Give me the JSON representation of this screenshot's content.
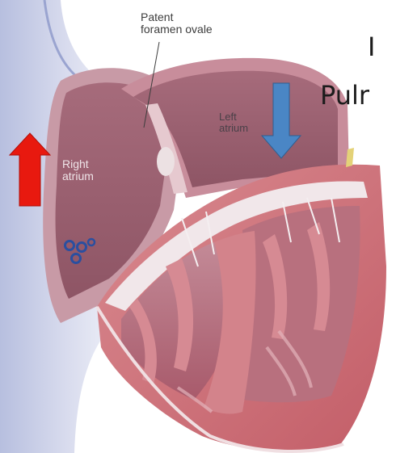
{
  "labels": {
    "patent_foramen_ovale": [
      "Patent",
      "foramen ovale"
    ],
    "left_atrium": [
      "Left",
      "atrium"
    ],
    "right_atrium": [
      "Right",
      "atrium"
    ]
  },
  "overlay_text": {
    "line1": "I",
    "line2": "Pulr"
  },
  "arrows": {
    "up": {
      "direction": "up",
      "color": "#e8190f"
    },
    "down": {
      "direction": "down",
      "color": "#4a86c5"
    }
  },
  "icons": {
    "clot": "blood-clot-icon"
  },
  "colors": {
    "myocardium": "#c86a72",
    "chamber": "#9c5e6c",
    "vessel": "#c8cce3"
  }
}
